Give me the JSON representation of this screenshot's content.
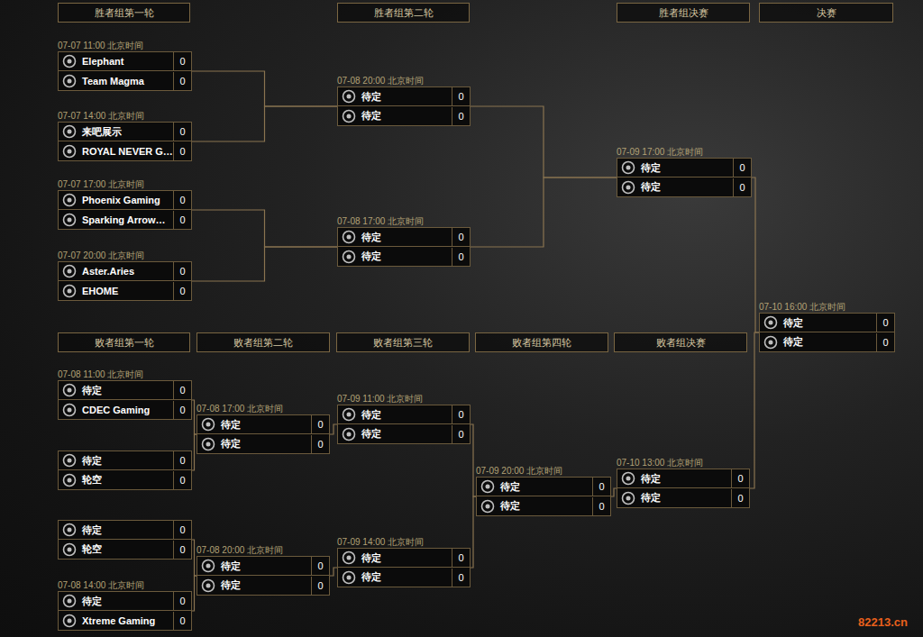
{
  "diagram": {
    "nodes": [
      {
        "text": [
          "胜者组第一轮"
        ]
      },
      {
        "text": [
          "胜者组第二轮"
        ]
      },
      {
        "text": [
          "胜者组决赛"
        ]
      },
      {
        "text": [
          "决赛"
        ]
      },
      {
        "text": [
          "07-07 11:00 北京时间"
        ]
      },
      {
        "text": [
          "Elephant",
          "0"
        ],
        "in": 4
      },
      {
        "text": [
          "Team Magma",
          "0"
        ],
        "in": 4
      },
      {
        "text": [
          "07-07 14:00 北京时间"
        ]
      },
      {
        "text": [
          "来吧展示",
          "0"
        ],
        "in": 7
      },
      {
        "text": [
          "ROYAL NEVER G…",
          "0"
        ],
        "in": 7
      },
      {
        "text": [
          "07-07 17:00 北京时间"
        ]
      },
      {
        "text": [
          "Phoenix Gaming",
          "0"
        ],
        "in": 10
      },
      {
        "text": [
          "Sparking Arrow…",
          "0"
        ],
        "in": 10
      },
      {
        "text": [
          "07-07 20:00 北京时间"
        ]
      },
      {
        "text": [
          "Aster.Aries",
          "0"
        ],
        "in": 13
      },
      {
        "text": [
          "EHOME",
          "0"
        ],
        "in": 13
      },
      {
        "text": [
          "07-08 20:00 北京时间"
        ]
      },
      {
        "text": [
          "待定",
          "0"
        ],
        "in": 16
      },
      {
        "text": [
          "待定",
          "0"
        ],
        "in": 16
      },
      {
        "text": [
          "07-08 17:00 北京时间"
        ]
      },
      {
        "text": [
          "待定",
          "0"
        ],
        "in": 19
      },
      {
        "text": [
          "待定",
          "0"
        ],
        "in": 19
      },
      {
        "text": [
          "07-09 17:00 北京时间"
        ]
      },
      {
        "text": [
          "待定",
          "0"
        ],
        "in": 22
      },
      {
        "text": [
          "待定",
          "0"
        ],
        "in": 22
      },
      {
        "text": [
          "07-10 16:00 北京时间"
        ]
      },
      {
        "text": [
          "待定",
          "0"
        ],
        "in": 25
      },
      {
        "text": [
          "待定",
          "0"
        ],
        "in": 25
      },
      {
        "text": [
          "败者组第一轮"
        ]
      },
      {
        "text": [
          "败者组第二轮"
        ]
      },
      {
        "text": [
          "败者组第三轮"
        ]
      },
      {
        "text": [
          "败者组第四轮"
        ]
      },
      {
        "text": [
          "败者组决赛"
        ]
      },
      {
        "text": [
          "07-08 11:00 北京时间"
        ]
      },
      {
        "text": [
          "待定",
          "0"
        ],
        "in": 33
      },
      {
        "text": [
          "CDEC Gaming",
          "0"
        ],
        "in": 33
      },
      {
        "text": []
      },
      {
        "text": [
          "待定",
          "0"
        ],
        "in": 36
      },
      {
        "text": [
          "轮空",
          "0"
        ],
        "in": 36
      },
      {
        "text": []
      },
      {
        "text": [
          "待定",
          "0"
        ],
        "in": 39
      },
      {
        "text": [
          "轮空",
          "0"
        ],
        "in": 39
      },
      {
        "text": [
          "07-08 14:00 北京时间"
        ]
      },
      {
        "text": [
          "待定",
          "0"
        ],
        "in": 42
      },
      {
        "text": [
          "Xtreme Gaming",
          "0"
        ],
        "in": 42
      },
      {
        "text": [
          "07-08 17:00 北京时间"
        ]
      },
      {
        "text": [
          "待定",
          "0"
        ],
        "in": 45
      },
      {
        "text": [
          "待定",
          "0"
        ],
        "in": 45
      },
      {
        "text": [
          "07-08 20:00 北京时间"
        ]
      },
      {
        "text": [
          "待定",
          "0"
        ],
        "in": 48
      },
      {
        "text": [
          "待定",
          "0"
        ],
        "in": 48
      },
      {
        "text": [
          "07-09 11:00 北京时间"
        ]
      },
      {
        "text": [
          "待定",
          "0"
        ],
        "in": 51
      },
      {
        "text": [
          "待定",
          "0"
        ],
        "in": 51
      },
      {
        "text": [
          "07-09 14:00 北京时间"
        ]
      },
      {
        "text": [
          "待定",
          "0"
        ],
        "in": 54
      },
      {
        "text": [
          "待定",
          "0"
        ],
        "in": 54
      },
      {
        "text": [
          "07-09 20:00 北京时间"
        ]
      },
      {
        "text": [
          "待定",
          "0"
        ],
        "in": 57
      },
      {
        "text": [
          "待定",
          "0"
        ],
        "in": 57
      },
      {
        "text": [
          "07-10 13:00 北京时间"
        ]
      },
      {
        "text": [
          "待定",
          "0"
        ],
        "in": 60
      },
      {
        "text": [
          "待定",
          "0"
        ],
        "in": 60
      }
    ],
    "edges": [
      {
        "from": 4,
        "to": 16,
        "arrow": "none"
      },
      {
        "from": 7,
        "to": 16,
        "arrow": "none"
      },
      {
        "from": 10,
        "to": 19,
        "arrow": "none"
      },
      {
        "from": 13,
        "to": 19,
        "arrow": "none"
      },
      {
        "from": 16,
        "to": 22,
        "arrow": "none"
      },
      {
        "from": 19,
        "to": 22,
        "arrow": "none"
      },
      {
        "from": 22,
        "to": 25,
        "arrow": "none"
      },
      {
        "from": 60,
        "to": 25,
        "arrow": "none"
      },
      {
        "from": 33,
        "to": 45,
        "arrow": "none"
      },
      {
        "from": 36,
        "to": 45,
        "arrow": "none"
      },
      {
        "from": 39,
        "to": 48,
        "arrow": "none"
      },
      {
        "from": 42,
        "to": 48,
        "arrow": "none"
      },
      {
        "from": 45,
        "to": 51,
        "arrow": "none"
      },
      {
        "from": 48,
        "to": 54,
        "arrow": "none"
      },
      {
        "from": 51,
        "to": 57,
        "arrow": "none"
      },
      {
        "from": 54,
        "to": 57,
        "arrow": "none"
      },
      {
        "from": 57,
        "to": 60,
        "arrow": "none"
      }
    ],
    "labels": [
      "82213.cn"
    ]
  }
}
